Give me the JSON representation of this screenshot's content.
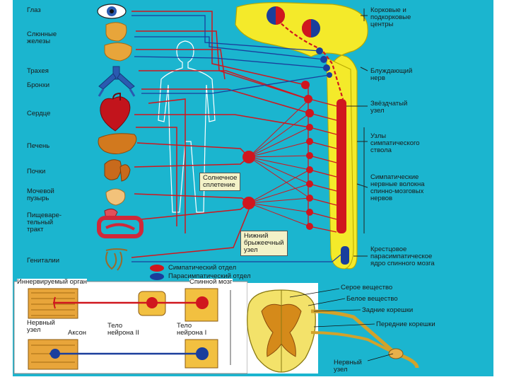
{
  "organs": [
    {
      "label": "Глаз"
    },
    {
      "label": "Слюнные\nжелезы"
    },
    {
      "label": "Трахея"
    },
    {
      "label": "Бронхи"
    },
    {
      "label": "Сердце"
    },
    {
      "label": "Печень"
    },
    {
      "label": "Почки"
    },
    {
      "label": "Мочевой\nпузырь"
    },
    {
      "label": "Пищеваре-\nтельный\nтракт"
    },
    {
      "label": "Гениталии"
    }
  ],
  "right_labels": {
    "cortical": "Корковые и\nподкорковые\nцентры",
    "vagus": "Блуждающий\nнерв",
    "stellate": "Звёздчатый\nузел",
    "sympathetic_trunk": "Узлы\nсимпатического\nствола",
    "sympathetic_fibers": "Симпатические\nнервные волокна\nспинно-мозговых\nнервов",
    "sacral": "Крестцовое\nпарасимпатическое\nядро спинного мозга"
  },
  "plexus_labels": {
    "solar": "Солнечное\nсплетение",
    "mesenteric": "Нижний\nбрыжеечный\nузел"
  },
  "legend": {
    "sympathetic": "Симпатический отдел",
    "parasympathetic": "Парасимпатический отдел"
  },
  "bottom_labels": {
    "innervated": "Иннервируемый орган",
    "spinal_cord": "Спинной мозг",
    "ganglion": "Нервный\nузел",
    "axon": "Аксон",
    "neuron2": "Тело\nнейрона II",
    "neuron1": "Тело\nнейрона I",
    "grey": "Серое вещество",
    "white": "Белое вещество",
    "posterior": "Задние корешки",
    "anterior": "Передние корешки",
    "nerve_ganglion": "Нервный\nузел"
  },
  "colors": {
    "background": "#1bb5cf",
    "brain": "#f4ea2a",
    "sympathetic": "#d0161e",
    "parasympathetic": "#1a3e9c",
    "organ": "#e8a53a"
  }
}
